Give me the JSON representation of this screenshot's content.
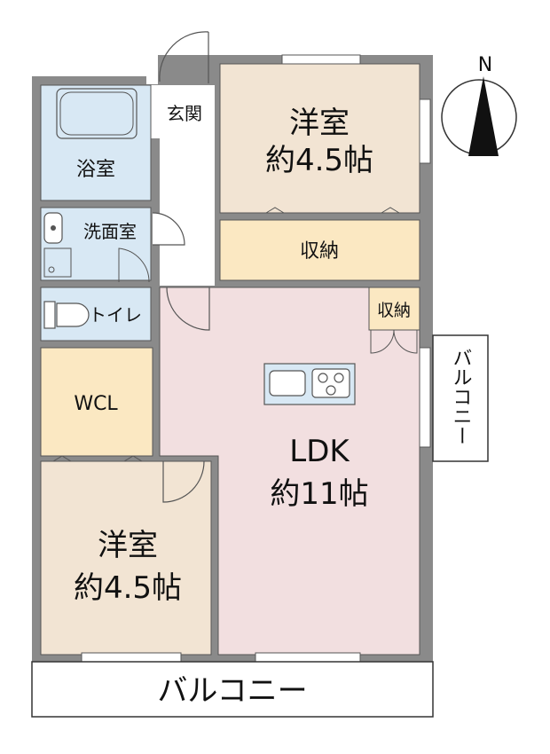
{
  "compass": {
    "label": "N"
  },
  "rooms": {
    "western_room_north": {
      "name": "洋室",
      "size": "約4.5帖"
    },
    "western_room_south": {
      "name": "洋室",
      "size": "約4.5帖"
    },
    "ldk": {
      "name": "LDK",
      "size": "約11帖"
    },
    "bathroom": {
      "name": "浴室"
    },
    "washroom": {
      "name": "洗面室"
    },
    "toilet": {
      "name": "トイレ"
    },
    "entrance": {
      "name": "玄関"
    },
    "wcl": {
      "name": "WCL"
    },
    "storage_main": {
      "name": "収納"
    },
    "storage_ldk": {
      "name": "収納"
    }
  },
  "balconies": {
    "south": {
      "label": "バルコニー"
    },
    "east": {
      "label": "バルコニー"
    }
  },
  "colors": {
    "wall": "#8a8a8a",
    "western_room": "#f2e4d3",
    "ldk": "#f2dfe0",
    "storage": "#fbe8c2",
    "wet_area": "#d8e8f4",
    "hallway": "#ffffff"
  }
}
